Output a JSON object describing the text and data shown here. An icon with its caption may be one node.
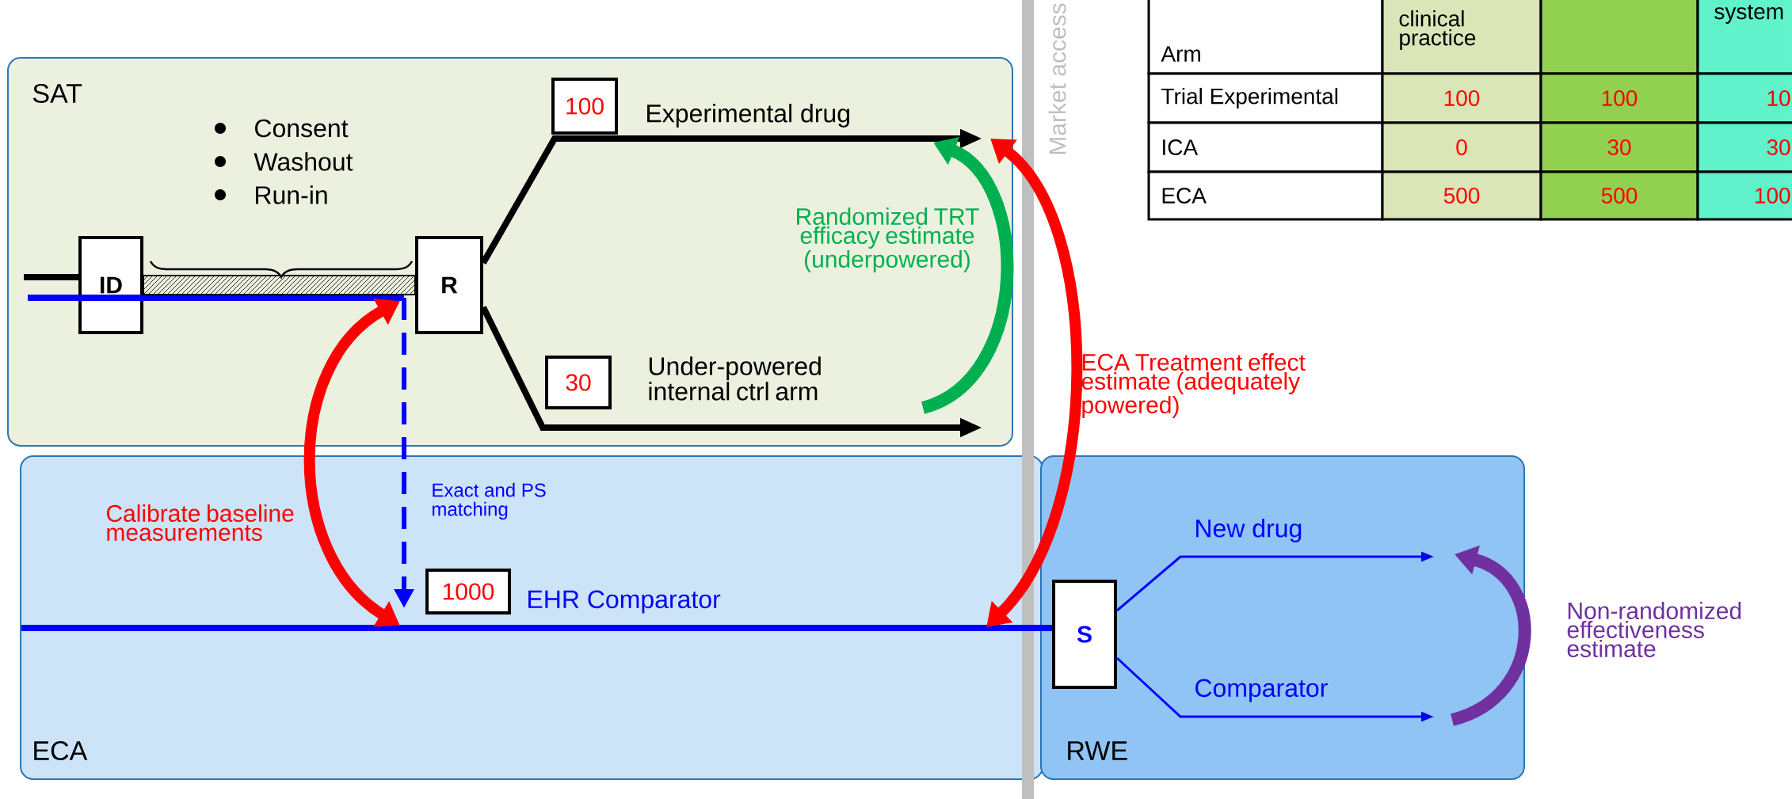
{
  "diagram": {
    "nodes": [
      {
        "text": [
          "SAT"
        ]
      },
      {
        "text": [
          "ECA"
        ]
      },
      {
        "text": [
          "RWE"
        ]
      },
      {
        "text": [
          "ID"
        ],
        "in": 0
      },
      {
        "text": [
          "R"
        ],
        "in": 0
      },
      {
        "text": [
          "100"
        ],
        "in": 0
      },
      {
        "text": [
          "30"
        ],
        "in": 0
      },
      {
        "text": [
          "1000"
        ],
        "in": 1
      },
      {
        "text": [
          "S"
        ],
        "in": 2
      },
      {
        "text": [],
        "shape": "bar",
        "beside": [
          "Market access"
        ]
      }
    ],
    "edges": [
      {
        "from": null,
        "to": 3,
        "arrow": "none"
      },
      {
        "from": 3,
        "to": 4,
        "arrow": "none"
      },
      {
        "from": 4,
        "to": null,
        "arrow": "to",
        "label": "Experimental drug"
      },
      {
        "from": 4,
        "to": null,
        "arrow": "to",
        "label": "Under-powered internal ctrl arm"
      },
      {
        "from": 1,
        "to": 8,
        "arrow": "none",
        "label": "EHR Comparator",
        "color": "#0000ff"
      },
      {
        "from": 8,
        "to": null,
        "arrow": "to",
        "label": "New drug",
        "color": "#0000ff"
      },
      {
        "from": 8,
        "to": null,
        "arrow": "to",
        "label": "Comparator",
        "color": "#0000ff"
      }
    ],
    "labels": [
      "Arm",
      "clinical practice",
      "system",
      "Trial Experimental",
      "100",
      "100",
      "10",
      "ICA",
      "0",
      "30",
      "30",
      "ECA",
      "500",
      "500",
      "100",
      "Consent",
      "Washout",
      "Run-in",
      "Randomized TRT efficacy estimate (underpowered)",
      "ECA Treatment effect estimate (adequately powered)",
      "Calibrate baseline measurements",
      "Exact and PS matching",
      "Non-randomized effectiveness estimate"
    ]
  }
}
